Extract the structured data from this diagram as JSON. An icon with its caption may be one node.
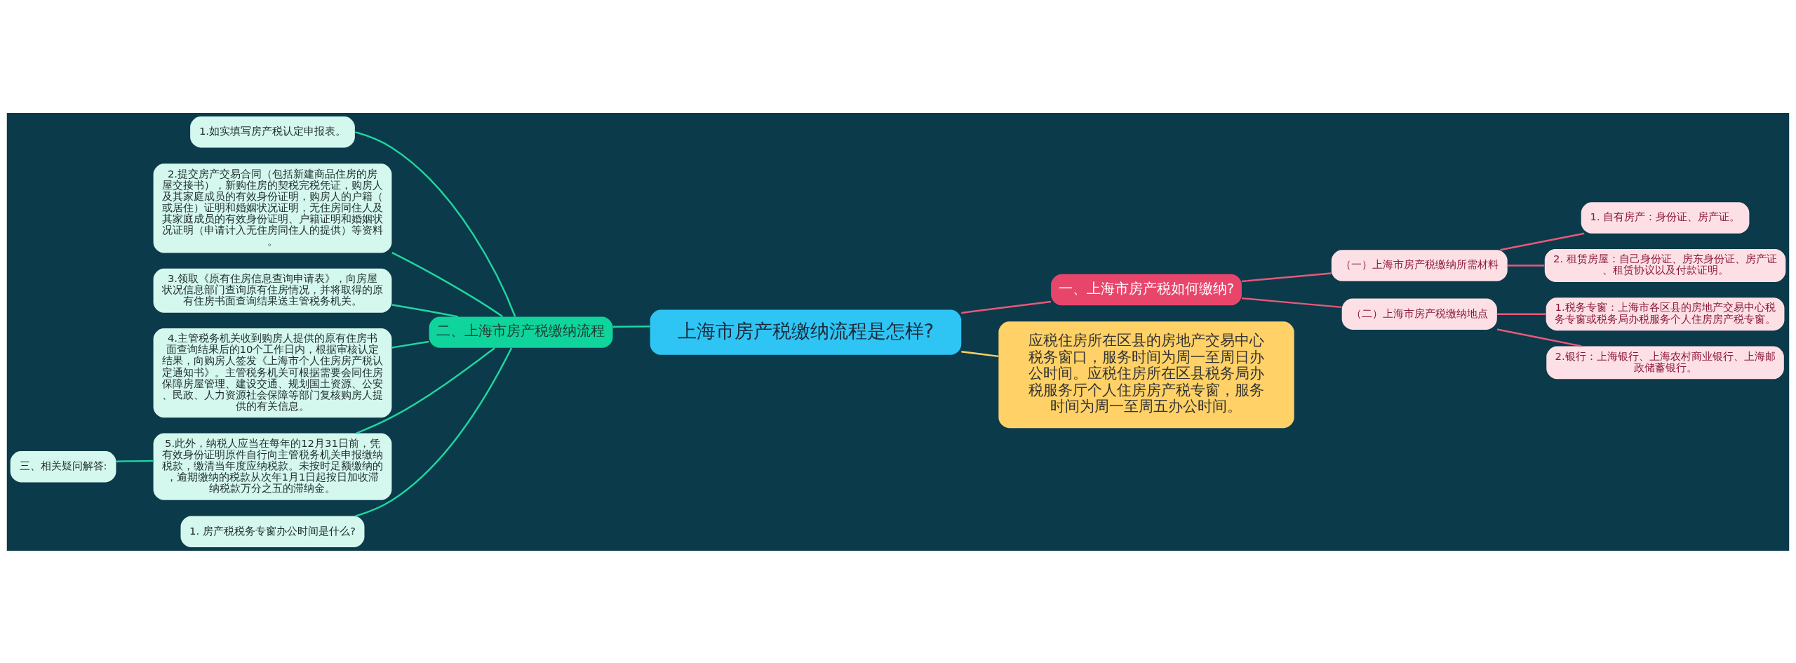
{
  "diagram": {
    "nodes": [
      {
        "text": [
          "上海市房产税缴纳流程是怎样?"
        ]
      },
      {
        "text": [
          "一、上海市房产税如何缴纳?"
        ]
      },
      {
        "text": [
          "（一）上海市房产税缴纳所需材料"
        ]
      },
      {
        "text": [
          "1. 自有房产：身份证、房产证。"
        ]
      },
      {
        "text": [
          "2. 租赁房屋：自己身份证、房东身份证、房产证、租赁协议以及付款证明。"
        ]
      },
      {
        "text": [
          "（二）上海市房产税缴纳地点"
        ]
      },
      {
        "text": [
          "1.税务专窗：上海市各区县的房地产交易中心税务专窗或税务局办税服务个人住房房产税专窗。"
        ]
      },
      {
        "text": [
          "2.银行：上海银行、上海农村商业银行、上海邮政储蓄银行。"
        ]
      },
      {
        "text": [
          "应税住房所在区县的房地产交易中心税务窗口，服务时间为周一至周日办公时间。应税住房所在区县税务局办税服务厅个人住房房产税专窗，服务时间为周一至周五办公时间。"
        ]
      },
      {
        "text": [
          "二、上海市房产税缴纳流程"
        ]
      },
      {
        "text": [
          "1.如实填写房产税认定申报表。"
        ]
      },
      {
        "text": [
          "2.提交房产交易合同（包括新建商品住房的房屋交接书），新购住房的契税完税凭证，购房人及其家庭成员的有效身份证明，购房人的户籍（或居住）证明和婚姻状况证明，无住房同住人及其家庭成员的有效身份证明、户籍证明和婚姻状况证明（申请计入无住房同住人的提供）等资料。"
        ]
      },
      {
        "text": [
          "3.领取《原有住房信息查询申请表》，向房屋状况信息部门查询原有住房情况，并将取得的原有住房书面查询结果送主管税务机关。"
        ]
      },
      {
        "text": [
          "4.主管税务机关收到购房人提供的原有住房书面查询结果后的10个工作日内，根据审核认定结果，向购房人签发《上海市个人住房房产税认定通知书》。主管税务机关可根据需要会同住房保障房屋管理、建设交通、规划国土资源、公安、民政、人力资源社会保障等部门复核购房人提供的有关信息。"
        ]
      },
      {
        "text": [
          "5.此外，纳税人应当在每年的12月31日前，凭有效身份证明原件自行向主管税务机关申报缴纳税款，缴清当年度应纳税款。未按时足额缴纳的，逾期缴纳的税款从次年1月1日起按日加收滞纳税款万分之五的滞纳金。"
        ]
      },
      {
        "text": [
          "1. 房产税税务专窗办公时间是什么?"
        ]
      },
      {
        "text": [
          "三、相关疑问解答:"
        ]
      }
    ],
    "edges": [
      {
        "from": 0,
        "to": 1,
        "arrow": "none",
        "color": "#e8587a"
      },
      {
        "from": 1,
        "to": 2,
        "arrow": "none",
        "color": "#e8587a"
      },
      {
        "from": 2,
        "to": 3,
        "arrow": "none",
        "color": "#e8587a"
      },
      {
        "from": 2,
        "to": 4,
        "arrow": "none",
        "color": "#e8587a"
      },
      {
        "from": 1,
        "to": 5,
        "arrow": "none",
        "color": "#e8587a"
      },
      {
        "from": 5,
        "to": 6,
        "arrow": "none",
        "color": "#e8587a"
      },
      {
        "from": 5,
        "to": 7,
        "arrow": "none",
        "color": "#e8587a"
      },
      {
        "from": 0,
        "to": 8,
        "arrow": "none",
        "color": "#ffd166"
      },
      {
        "from": 0,
        "to": 9,
        "arrow": "none"
      },
      {
        "from": 9,
        "to": 10,
        "arrow": "none"
      },
      {
        "from": 9,
        "to": 11,
        "arrow": "none"
      },
      {
        "from": 9,
        "to": 12,
        "arrow": "none"
      },
      {
        "from": 9,
        "to": 13,
        "arrow": "none"
      },
      {
        "from": 9,
        "to": 14,
        "arrow": "none"
      },
      {
        "from": 9,
        "to": 15,
        "arrow": "none"
      },
      {
        "from": 14,
        "to": 16,
        "arrow": "none"
      }
    ]
  }
}
